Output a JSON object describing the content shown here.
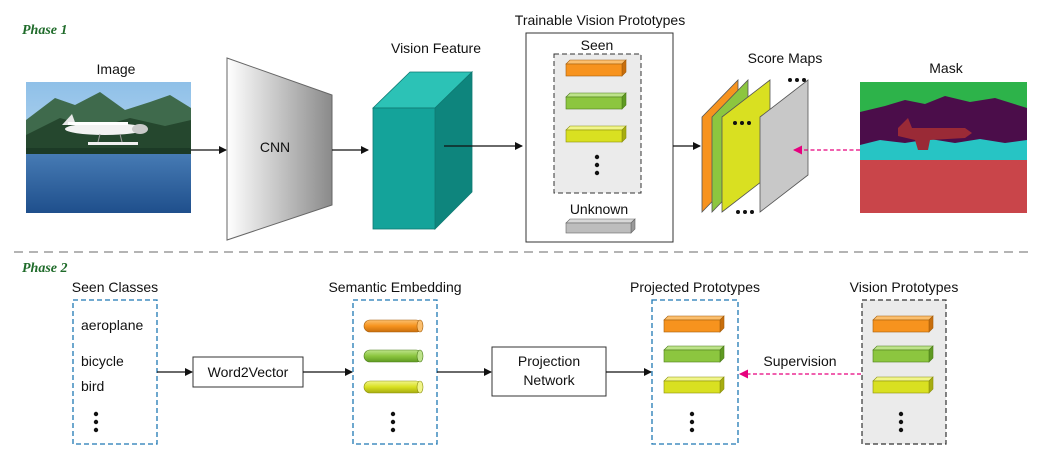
{
  "phase1": {
    "label": "Phase 1",
    "image_label": "Image",
    "cnn_label": "CNN",
    "vision_feature_label": "Vision Feature",
    "trainable_title": "Trainable Vision Prototypes",
    "seen_label": "Seen",
    "unknown_label": "Unknown",
    "score_maps_label": "Score Maps",
    "mask_label": "Mask"
  },
  "phase2": {
    "label": "Phase 2",
    "seen_classes_label": "Seen Classes",
    "classes": [
      "aeroplane",
      "bicycle",
      "bird"
    ],
    "word2vector_label": "Word2Vector",
    "semantic_embedding_label": "Semantic Embedding",
    "projection_line1": "Projection",
    "projection_line2": "Network",
    "projected_prototypes_label": "Projected Prototypes",
    "supervision_label": "Supervision",
    "vision_prototypes_label": "Vision Prototypes"
  },
  "colors": {
    "orange": "#f7931e",
    "green": "#8cc63f",
    "yellow": "#d9e021",
    "teal": "#14a39a",
    "gray_proto": "#bdbdbd",
    "blue_dash": "#1f78b4",
    "magenta_arrow": "#e6007e",
    "phase_green": "#1f6b2a",
    "mask_green": "#2db34a",
    "mask_purple": "#4b0d4a",
    "mask_cyan": "#27c4c4",
    "mask_red": "#c9454a"
  }
}
